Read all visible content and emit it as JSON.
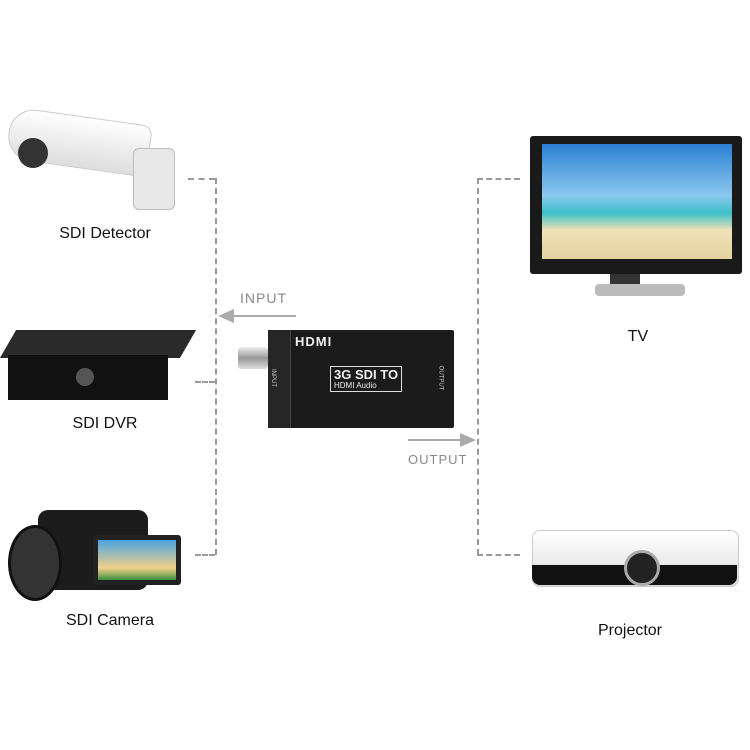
{
  "devices_left": [
    {
      "label": "SDI Detector"
    },
    {
      "label": "SDI DVR"
    },
    {
      "label": "SDI Camera"
    }
  ],
  "devices_right": [
    {
      "label": "TV"
    },
    {
      "label": "Projector"
    }
  ],
  "arrows": {
    "input": "INPUT",
    "output": "OUTPUT"
  },
  "converter": {
    "brand": "HDMI",
    "title": "3G SDI TO",
    "subtitle": "HDMI Audio",
    "input_port": "INPUT",
    "output_port": "OUTPUT"
  },
  "colors": {
    "line": "#999999",
    "device": "#1a1a1a",
    "arrow": "#aaaaaa"
  }
}
